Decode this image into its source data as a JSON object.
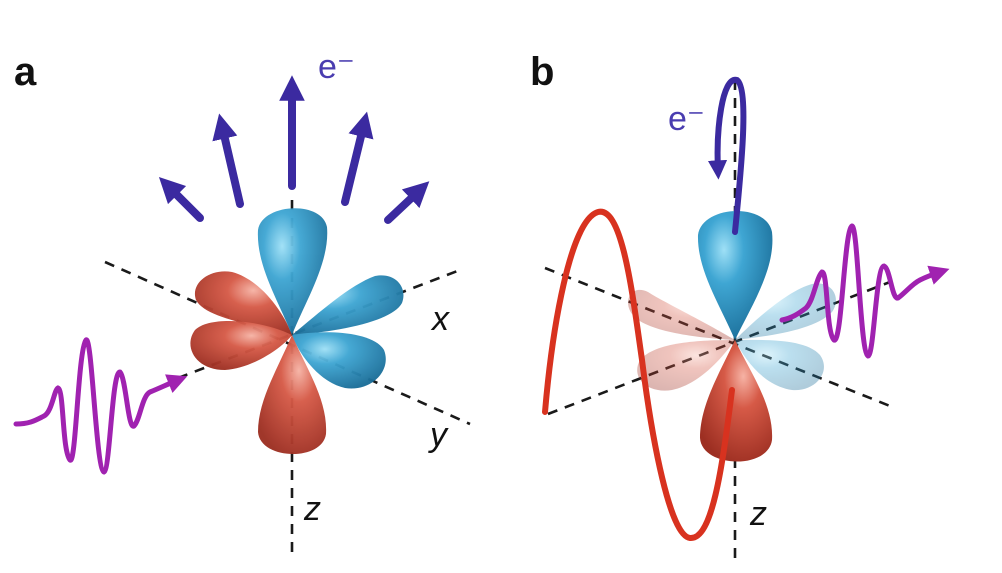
{
  "panels": [
    {
      "label": "a",
      "electron_label": "e⁻",
      "axis_labels": {
        "x": "x",
        "y": "y",
        "z": "z"
      }
    },
    {
      "label": "b",
      "electron_label": "e⁻",
      "axis_labels": {
        "z": "z"
      }
    }
  ],
  "colors": {
    "blue_lobe": "#2e8fbf",
    "red_lobe": "#c94a3a",
    "arrow": "#3b2aa0",
    "laser_pulse": "#a022b0",
    "field_wave": "#d8321f",
    "axis": "#1a1a1a"
  }
}
